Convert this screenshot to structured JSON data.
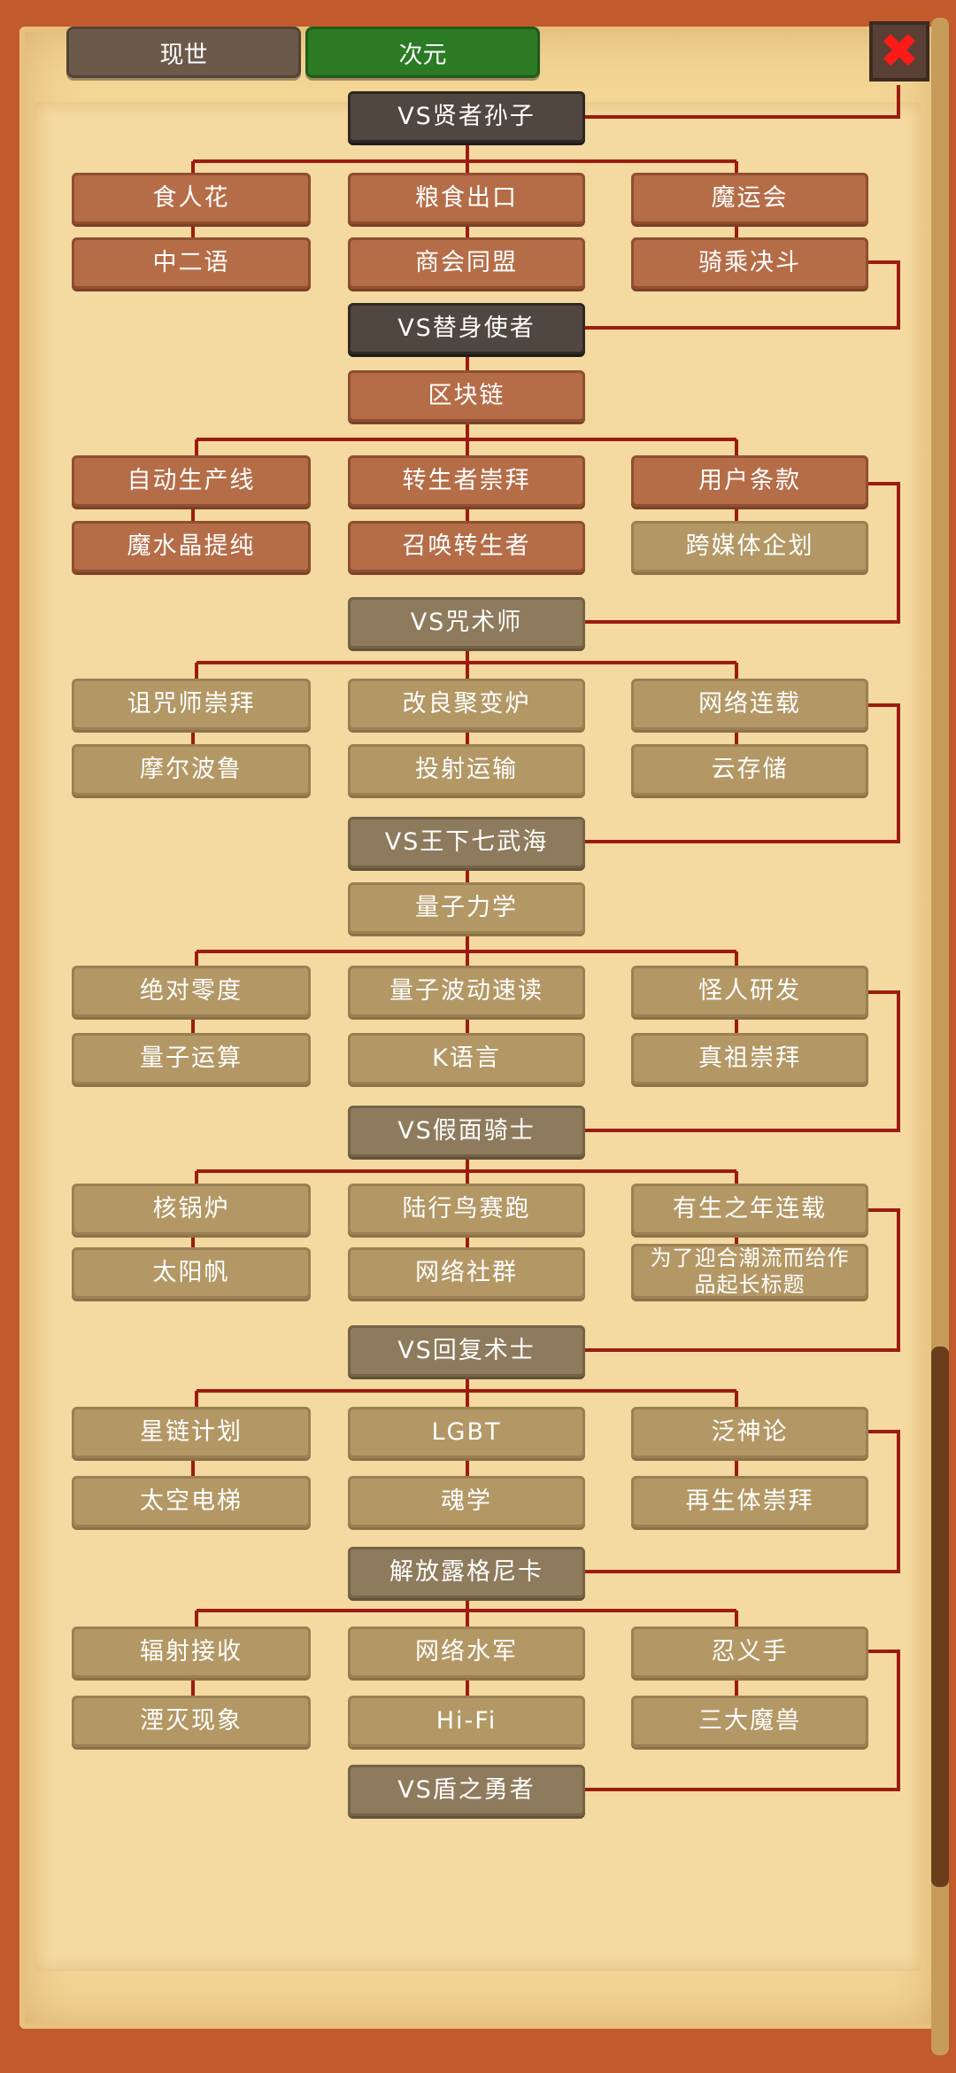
{
  "tabs": {
    "world": "现世",
    "dimension": "次元"
  },
  "close_icon": "close-icon",
  "colors": {
    "accent_active_tab": "#2c7a24",
    "line": "#9c1c10",
    "close_x": "#ff1a1a"
  },
  "tree": {
    "n01": "VS贤者孙子",
    "n02": "食人花",
    "n03": "粮食出口",
    "n04": "魔运会",
    "n05": "中二语",
    "n06": "商会同盟",
    "n07": "骑乘决斗",
    "n08": "VS替身使者",
    "n09": "区块链",
    "n10": "自动生产线",
    "n11": "转生者崇拜",
    "n12": "用户条款",
    "n13": "魔水晶提纯",
    "n14": "召唤转生者",
    "n15": "跨媒体企划",
    "n16": "VS咒术师",
    "n17": "诅咒师崇拜",
    "n18": "改良聚变炉",
    "n19": "网络连载",
    "n20": "摩尔波鲁",
    "n21": "投射运输",
    "n22": "云存储",
    "n23": "VS王下七武海",
    "n24": "量子力学",
    "n25": "绝对零度",
    "n26": "量子波动速读",
    "n27": "怪人研发",
    "n28": "量子运算",
    "n29": "K语言",
    "n30": "真祖崇拜",
    "n31": "VS假面骑士",
    "n32": "核锅炉",
    "n33": "陆行鸟赛跑",
    "n34": "有生之年连载",
    "n35": "太阳帆",
    "n36": "网络社群",
    "n37": "为了迎合潮流而给作品起长标题",
    "n38": "VS回复术士",
    "n39": "星链计划",
    "n40": "LGBT",
    "n41": "泛神论",
    "n42": "太空电梯",
    "n43": "魂学",
    "n44": "再生体崇拜",
    "n45": "解放露格尼卡",
    "n46": "辐射接收",
    "n47": "网络水军",
    "n48": "忍义手",
    "n49": "湮灭现象",
    "n50": "Hi-Fi",
    "n51": "三大魔兽",
    "n52": "VS盾之勇者"
  }
}
